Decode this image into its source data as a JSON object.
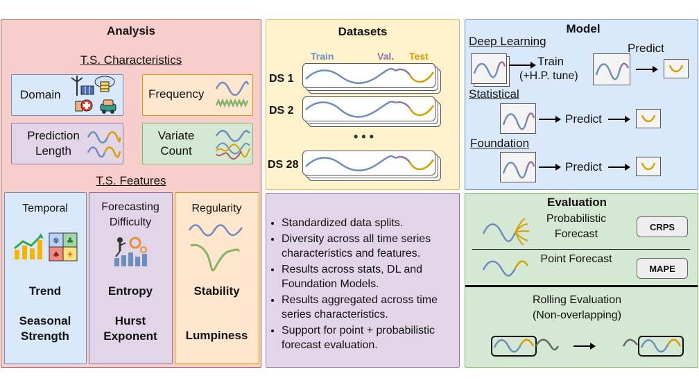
{
  "analysis": {
    "title": "Analysis",
    "ts_characteristics": "T.S. Characteristics",
    "domain": "Domain",
    "frequency": "Frequency",
    "prediction_length": "Prediction Length",
    "variate_count": "Variate Count",
    "ts_features": "T.S. Features",
    "temporal": "Temporal",
    "forecasting_difficulty": "Forecasting Difficulty",
    "regularity": "Regularity",
    "trend": "Trend",
    "seasonal_strength": "Seasonal Strength",
    "entropy": "Entropy",
    "hurst_exponent": "Hurst Exponent",
    "stability": "Stability",
    "lumpiness": "Lumpiness"
  },
  "datasets": {
    "title": "Datasets",
    "split_labels": [
      "Train",
      "Val.",
      "Test"
    ],
    "rows": [
      "DS 1",
      "DS 2",
      "DS 28"
    ],
    "ellipsis": "• • •"
  },
  "bullets": [
    "Standardized data splits.",
    "Diversity across all time series characteristics and features.",
    "Results across stats, DL and Foundation Models.",
    "Results aggregated across time series characteristics.",
    "Support for point + probabilistic forecast evaluation."
  ],
  "model": {
    "title": "Model",
    "deep_learning": "Deep Learning",
    "train": "Train",
    "hp_tune": "(+H.P. tune)",
    "predict": "Predict",
    "statistical": "Statistical",
    "foundation": "Foundation"
  },
  "evaluation": {
    "title": "Evaluation",
    "probabilistic": "Probabilistic Forecast",
    "crps": "CRPS",
    "point": "Point Forecast",
    "mape": "MAPE",
    "rolling": "Rolling Evaluation",
    "non_overlapping": "(Non-overlapping)"
  },
  "colors": {
    "train_blue": "#6c8ebf",
    "val_purple": "#9673a6",
    "test_gold": "#d6a000",
    "green": "#82b366",
    "analysis_bg": "#f8cecc",
    "datasets_bg": "#fff2cc",
    "bullets_bg": "#e1d5e7",
    "model_bg": "#dae8fc",
    "eval_bg": "#d5e8d4"
  }
}
